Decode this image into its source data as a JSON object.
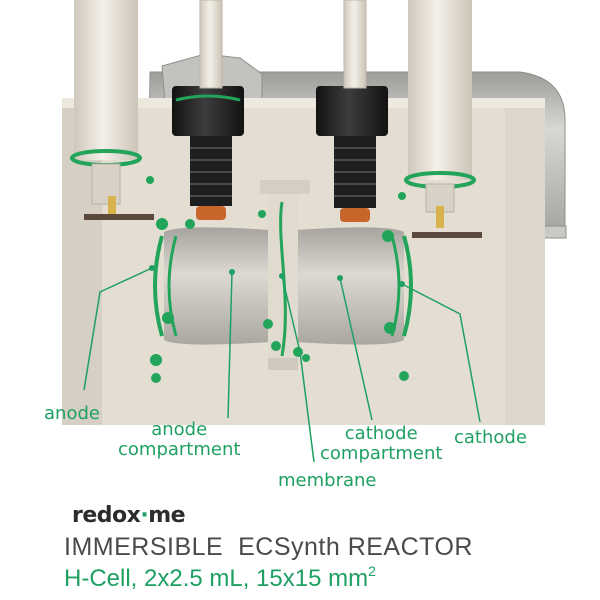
{
  "labels": {
    "anode": "anode",
    "anode_compartment_line1": "anode",
    "anode_compartment_line2": "compartment",
    "membrane": "membrane",
    "cathode_compartment_line1": "cathode",
    "cathode_compartment_line2": "compartment",
    "cathode": "cathode"
  },
  "brand": {
    "part1": "redox",
    "part2": "me"
  },
  "title": "IMMERSIBLE  ECSynth REACTOR",
  "subtitle": {
    "text": "H-Cell, 2x2.5 mL, 15x15 mm",
    "superscript": "2"
  },
  "colors": {
    "accent_green": "#1fa063",
    "body_beige": "#e3ddd2",
    "metal": "#b9b9b6",
    "fitting_black": "#1d1d1d",
    "tip_orange": "#c7652b"
  }
}
